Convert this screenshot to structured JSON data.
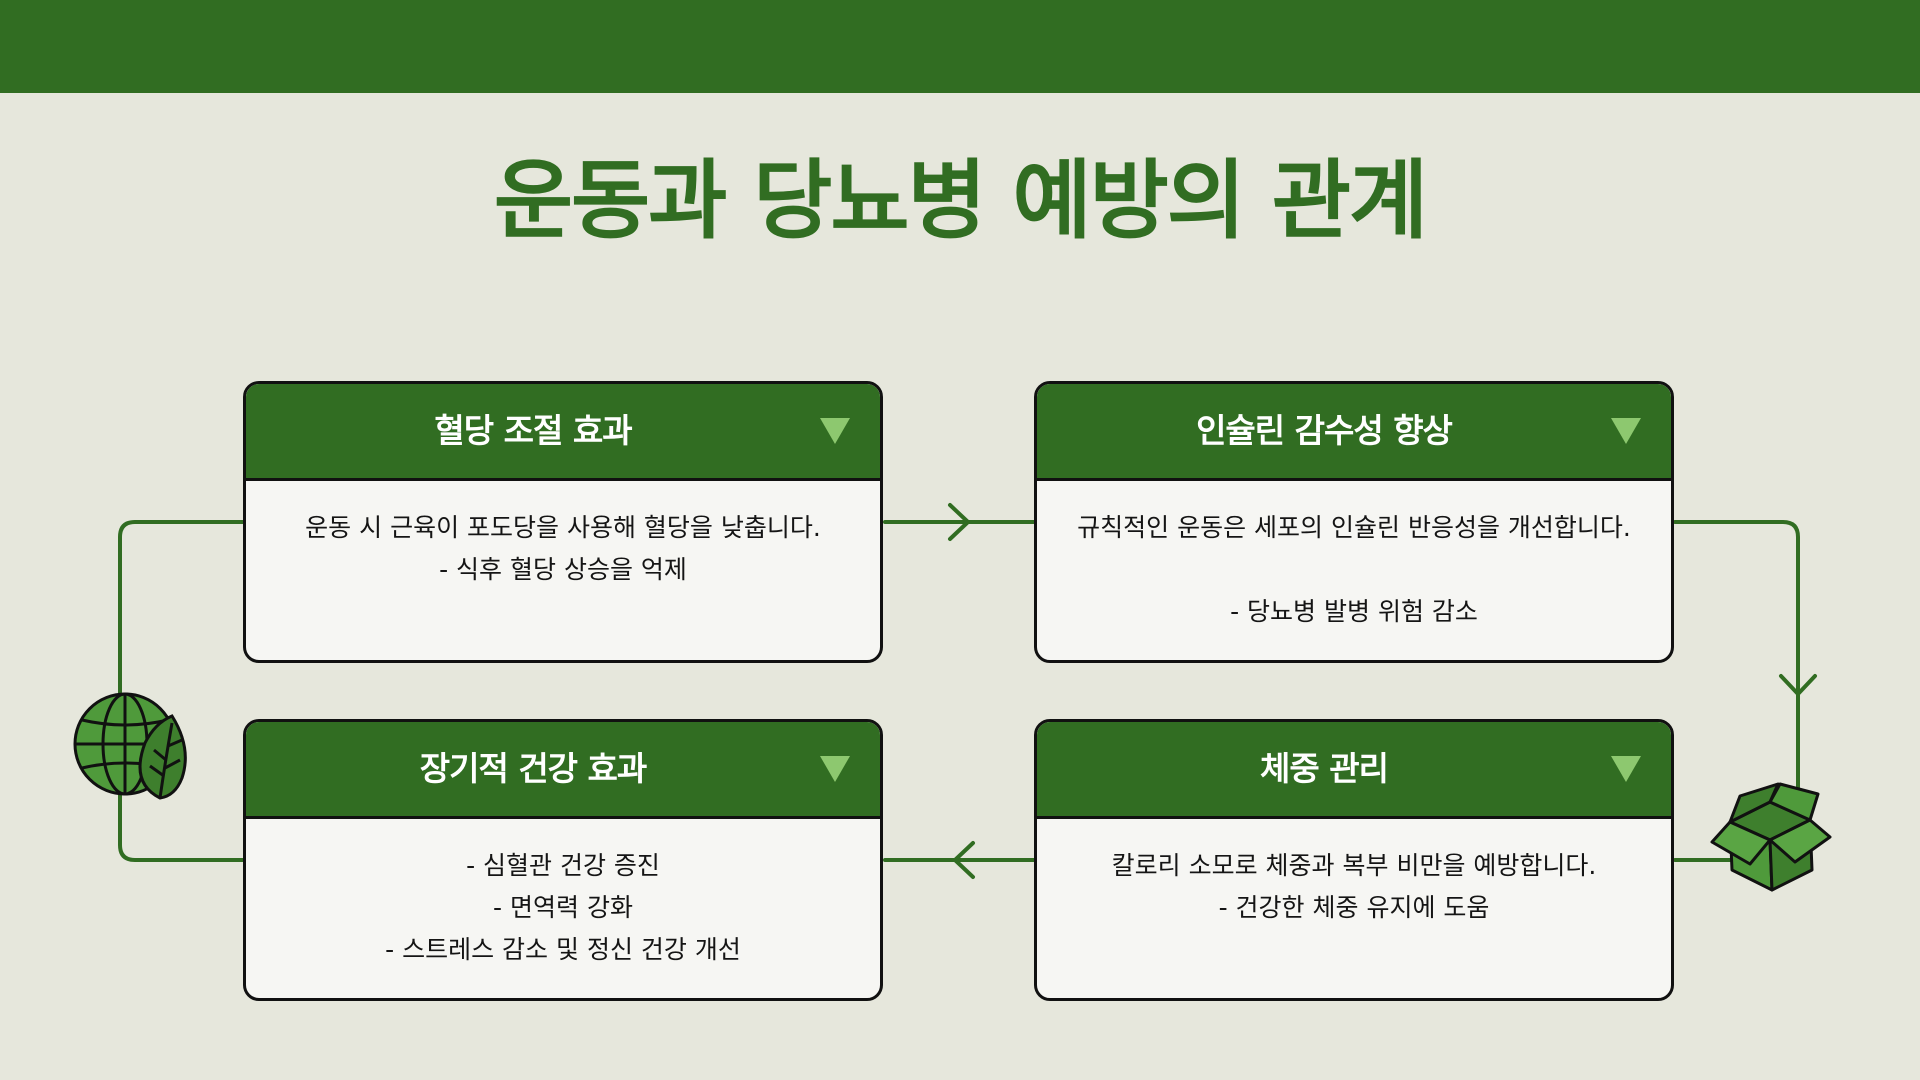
{
  "title": "운동과 당뇨병 예방의 관계",
  "cards": [
    {
      "title": "혈당 조절 효과",
      "lines": [
        "운동 시 근육이 포도당을 사용해 혈당을 낮춥니다.",
        "- 식후 혈당 상승을 억제",
        ""
      ]
    },
    {
      "title": "인슐린 감수성 향상",
      "lines": [
        "규칙적인 운동은 세포의 인슐린 반응성을 개선합니다.",
        "",
        "- 당뇨병 발병 위험 감소"
      ]
    },
    {
      "title": "장기적 건강 효과",
      "lines": [
        "- 심혈관 건강 증진",
        "- 면역력 강화",
        "- 스트레스 감소 및 정신 건강 개선"
      ]
    },
    {
      "title": "체중 관리",
      "lines": [
        "칼로리 소모로 체중과 복부 비만을 예방합니다.",
        "- 건강한 체중 유지에 도움",
        ""
      ]
    }
  ],
  "colors": {
    "primary_green": "#316d22",
    "background": "#e6e7dc",
    "card_body": "#f6f6f3",
    "toggle": "#8dc86f"
  },
  "icons": {
    "toggle": "triangle-down-icon",
    "left_decoration": "globe-leaf-icon",
    "right_decoration": "open-box-icon"
  }
}
